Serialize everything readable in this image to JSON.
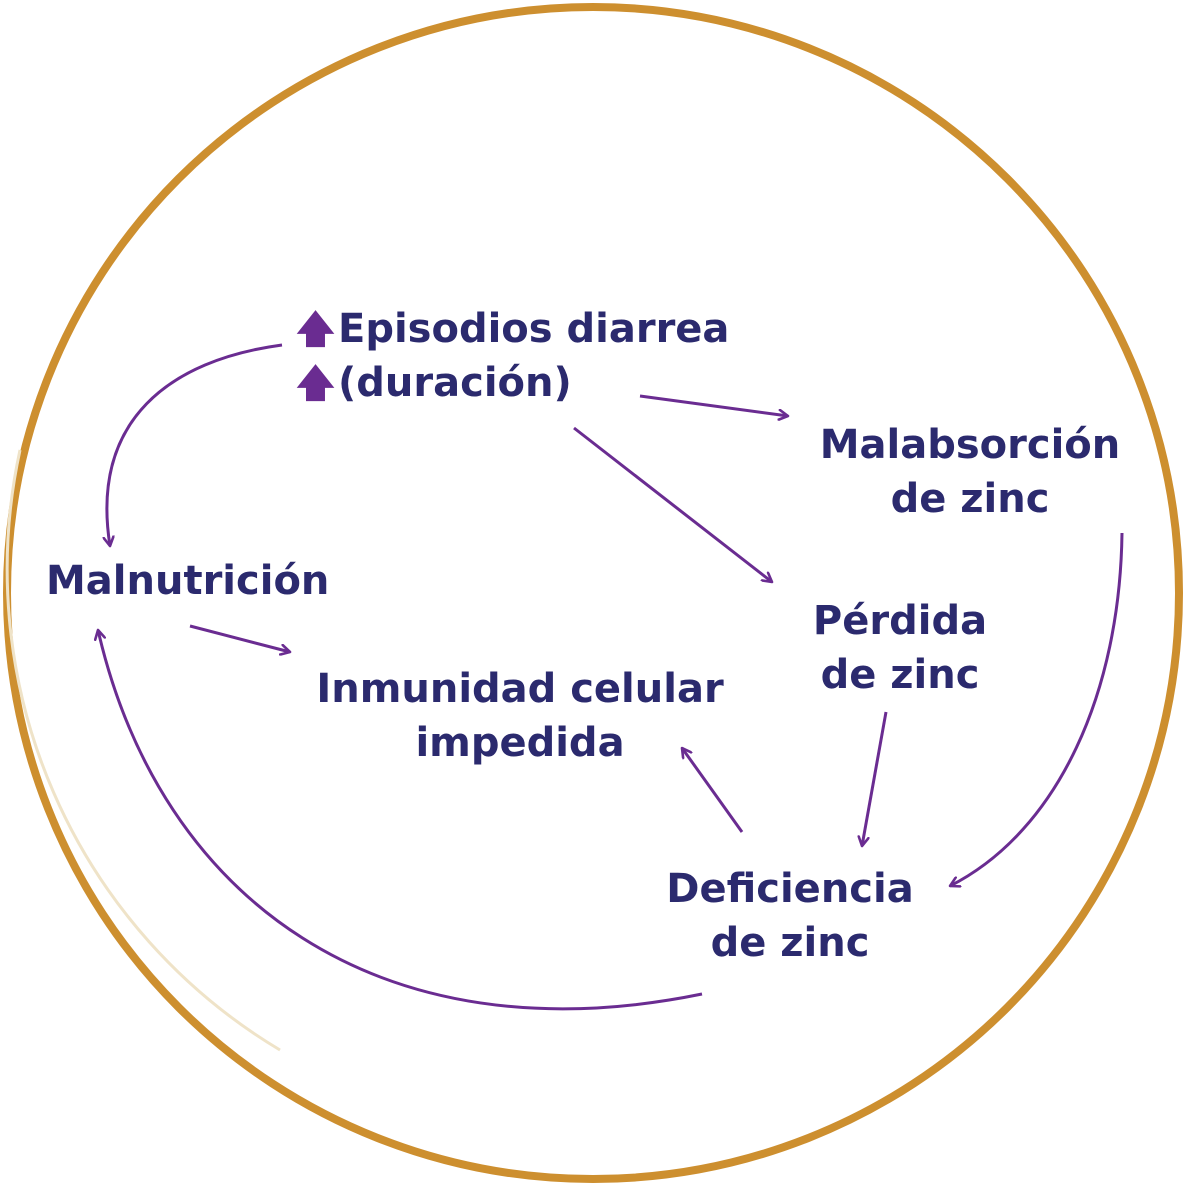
{
  "colors": {
    "border": "#cd8f2f",
    "text": "#2b2a6e",
    "arrow": "#6a2c91"
  },
  "nodes": {
    "episodios": {
      "line1": "Episodios diarrea",
      "line2": "(duración)",
      "icon": "up-arrow-icon"
    },
    "malabsorcion": {
      "line1": "Malabsorción",
      "line2": "de zinc"
    },
    "perdida": {
      "line1": "Pérdida",
      "line2": "de zinc"
    },
    "malnutricion": {
      "line1": "Malnutrición"
    },
    "inmunidad": {
      "line1": "Inmunidad celular",
      "line2": "impedida"
    },
    "deficiencia": {
      "line1": "Deficiencia",
      "line2": "de zinc"
    }
  }
}
